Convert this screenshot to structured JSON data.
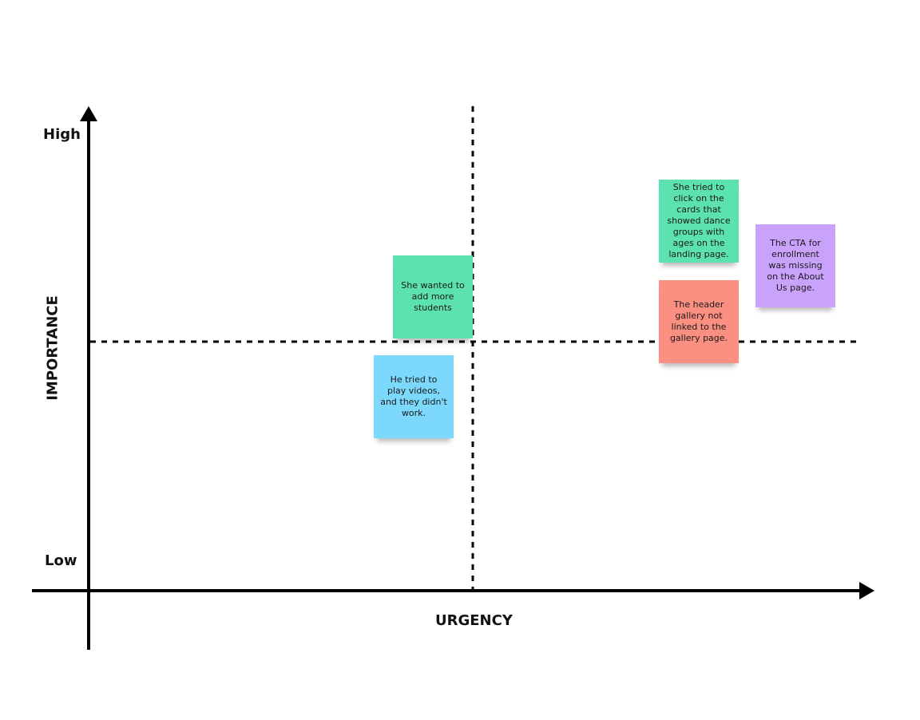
{
  "axes": {
    "y_high": "High",
    "y_low": "Low",
    "y_title": "IMPORTANCE",
    "x_title": "URGENCY"
  },
  "notes": [
    {
      "text": "She tried to click on the cards that showed dance groups with ages on the landing page.",
      "color": "#5ce1b0"
    },
    {
      "text": "The CTA for enrollment was missing on the About Us page.",
      "color": "#c9a2fb"
    },
    {
      "text": "The header gallery not linked to the gallery page.",
      "color": "#fb8f81"
    },
    {
      "text": "She wanted to add more students",
      "color": "#5ce1b0"
    },
    {
      "text": "He tried to play videos, and they didn't work.",
      "color": "#7dd8fd"
    }
  ],
  "colors": {
    "axis": "#000000",
    "background": "#ffffff"
  }
}
